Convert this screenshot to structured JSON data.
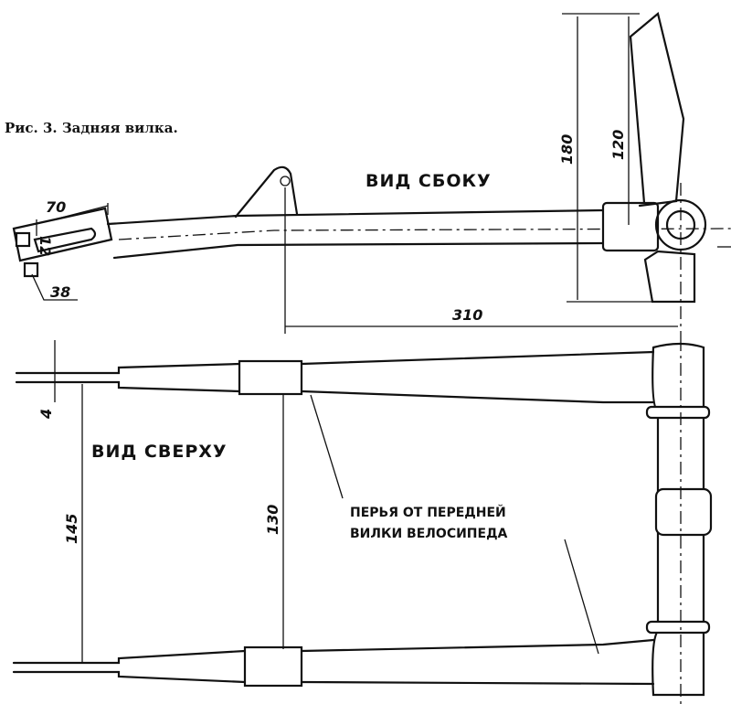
{
  "caption": "Рис. 3. Задняя вилка.",
  "views": {
    "side": "ВИД СБОКУ",
    "top": "ВИД СВЕРХУ"
  },
  "note": {
    "line1": "ПЕРЬЯ ОТ ПЕРЕДНЕЙ",
    "line2": "ВИЛКИ ВЕЛОСИПЕДА"
  },
  "dimensions": {
    "d70": "70",
    "d12": "12",
    "d38": "38",
    "d180": "180",
    "d120": "120",
    "d310": "310",
    "d4": "4",
    "d145": "145",
    "d130": "130"
  }
}
